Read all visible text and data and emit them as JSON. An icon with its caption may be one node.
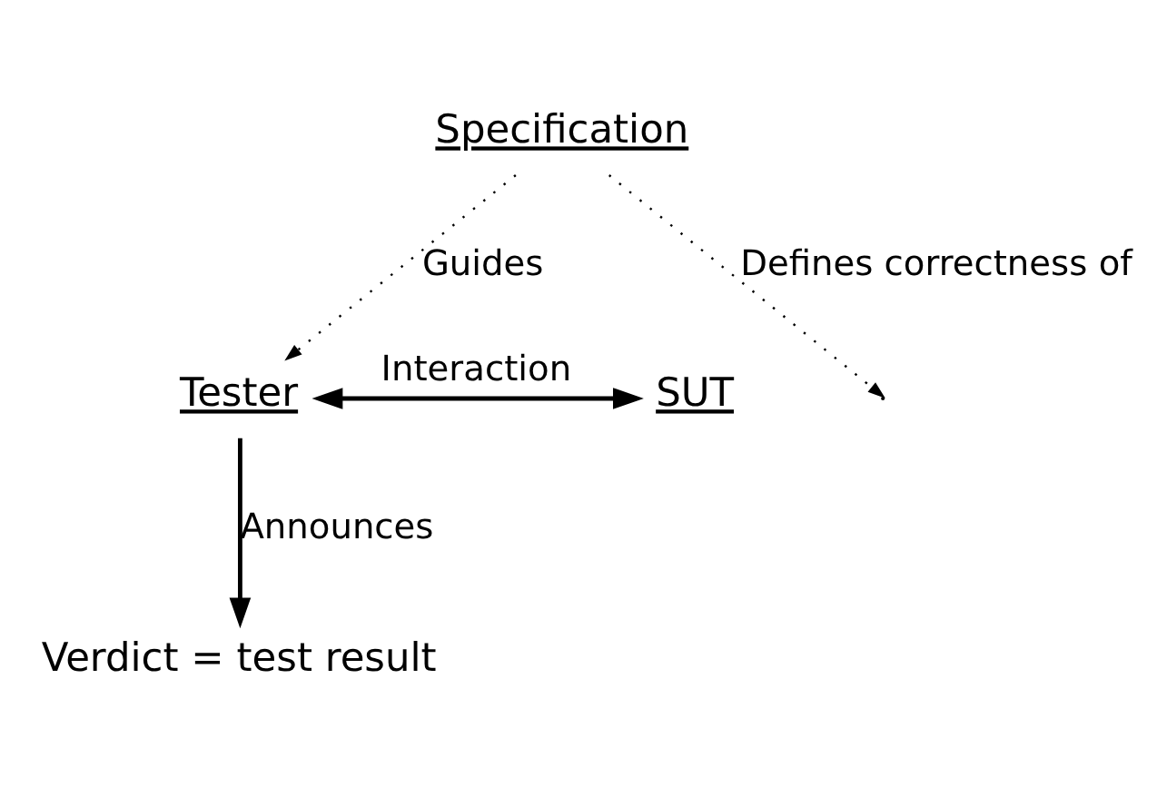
{
  "diagram": {
    "nodes": [
      {
        "text": [
          "Specification"
        ]
      },
      {
        "text": [
          "Tester"
        ]
      },
      {
        "text": [
          "SUT"
        ]
      },
      {
        "text": [
          "Verdict = test result"
        ]
      }
    ],
    "edges": [
      {
        "from": 0,
        "to": 1,
        "arrow": "to",
        "label": "Guides",
        "style": "dashed"
      },
      {
        "from": 0,
        "to": null,
        "arrow": "to",
        "label": "Defines correctness of",
        "style": "dashed"
      },
      {
        "from": 1,
        "to": 2,
        "arrow": "both",
        "label": "Interaction"
      },
      {
        "from": 1,
        "to": 3,
        "arrow": "to",
        "label": "Announces"
      }
    ]
  }
}
